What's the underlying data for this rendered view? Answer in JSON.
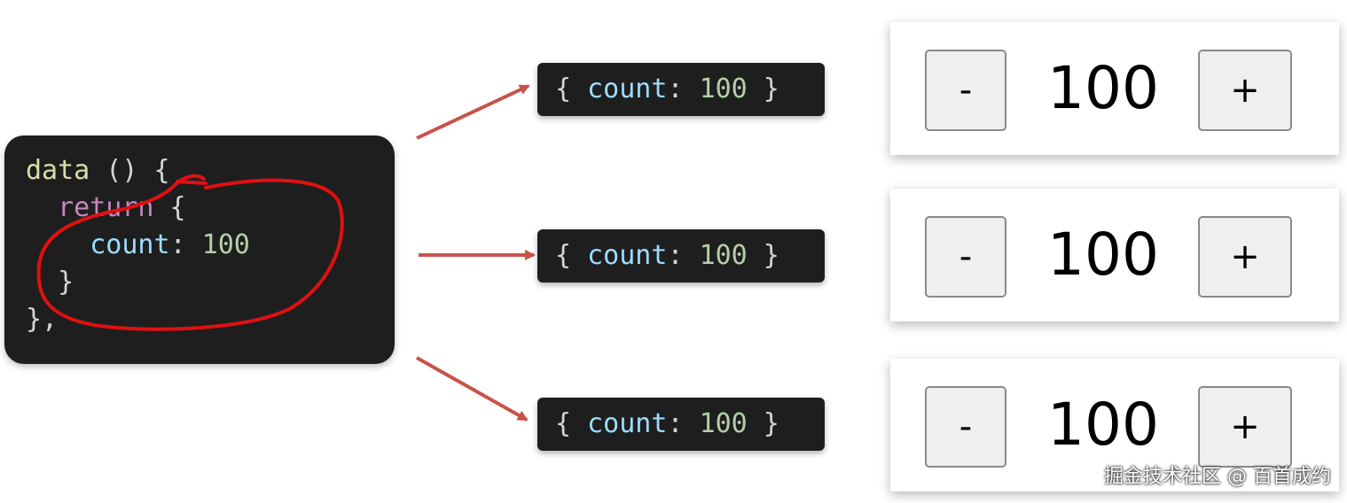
{
  "code": {
    "line1": {
      "fn": "data",
      "rest": " () {"
    },
    "line2": {
      "indent": "  ",
      "kw": "return",
      "rest": " {"
    },
    "line3": {
      "indent": "    ",
      "prop": "count",
      "colon": ": ",
      "num": "100"
    },
    "line4": {
      "text": "  }"
    },
    "line5": {
      "text": "},"
    }
  },
  "objects": [
    {
      "open": "{ ",
      "prop": "count",
      "colon": ": ",
      "num": "100",
      "close": " }"
    },
    {
      "open": "{ ",
      "prop": "count",
      "colon": ": ",
      "num": "100",
      "close": " }"
    },
    {
      "open": "{ ",
      "prop": "count",
      "colon": ": ",
      "num": "100",
      "close": " }"
    }
  ],
  "counters": [
    {
      "minus_label": "-",
      "value": "100",
      "plus_label": "+"
    },
    {
      "minus_label": "-",
      "value": "100",
      "plus_label": "+"
    },
    {
      "minus_label": "-",
      "value": "100",
      "plus_label": "+"
    }
  ],
  "watermark": "掘金技术社区 @ 百首成约",
  "colors": {
    "arrow": "#c8534a",
    "scribble": "#e01010",
    "code_bg": "#1e1e1e"
  }
}
